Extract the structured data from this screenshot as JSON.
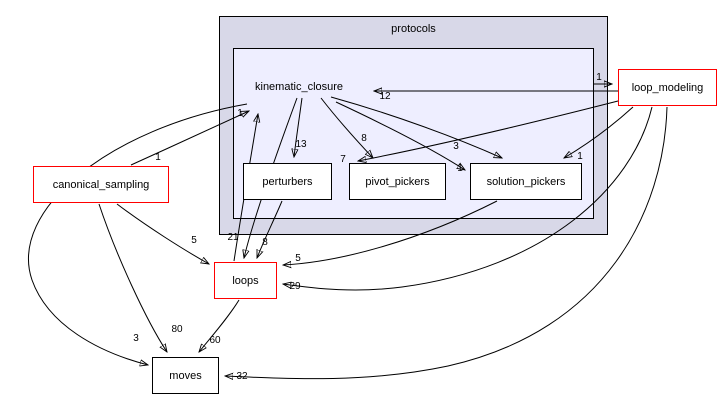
{
  "diagram": {
    "clusters": {
      "protocols": {
        "label": "protocols"
      },
      "kinematic_closure": {
        "label": "kinematic_closure"
      }
    },
    "nodes": {
      "perturbers": {
        "label": "perturbers"
      },
      "pivot_pickers": {
        "label": "pivot_pickers"
      },
      "solution_pickers": {
        "label": "solution_pickers"
      },
      "loop_modeling": {
        "label": "loop_modeling"
      },
      "canonical_sampling": {
        "label": "canonical_sampling"
      },
      "loops": {
        "label": "loops"
      },
      "moves": {
        "label": "moves"
      }
    },
    "edges": {
      "cluster_to_loop_modeling": {
        "label": "1"
      },
      "loop_modeling_to_kinematic_closure": {
        "label": "12"
      },
      "kinematic_closure_to_perturbers": {
        "label": "13"
      },
      "kinematic_closure_to_pivot_pickers": {
        "label": "8"
      },
      "loop_modeling_to_pivot_pickers": {
        "label": "7"
      },
      "kinematic_closure_to_solution_pickers": {
        "label": "3"
      },
      "kinematic_closure_to_solution_pickers_2": {
        "label": "1"
      },
      "loop_modeling_to_solution_pickers": {
        "label": "1"
      },
      "canonical_sampling_to_kinematic_closure": {
        "label": "1"
      },
      "loops_to_kinematic_closure": {
        "label": "1"
      },
      "kinematic_closure_to_loops": {
        "label": "21"
      },
      "perturbers_to_loops": {
        "label": "8"
      },
      "solution_pickers_to_loops": {
        "label": "5"
      },
      "loop_modeling_to_loops": {
        "label": "29"
      },
      "canonical_sampling_to_loops": {
        "label": "5"
      },
      "canonical_sampling_to_moves": {
        "label": "80"
      },
      "loops_to_moves": {
        "label": "60"
      },
      "kinematic_closure_to_moves": {
        "label": "3"
      },
      "loop_modeling_to_moves": {
        "label": "32"
      }
    },
    "colors": {
      "cluster_outer_fill": "#d8d8e8",
      "cluster_inner_fill": "#eeeeff",
      "node_fill": "#ffffff",
      "highlight_border": "#ff0000",
      "default_border": "#000000",
      "edge": "#000000"
    }
  }
}
